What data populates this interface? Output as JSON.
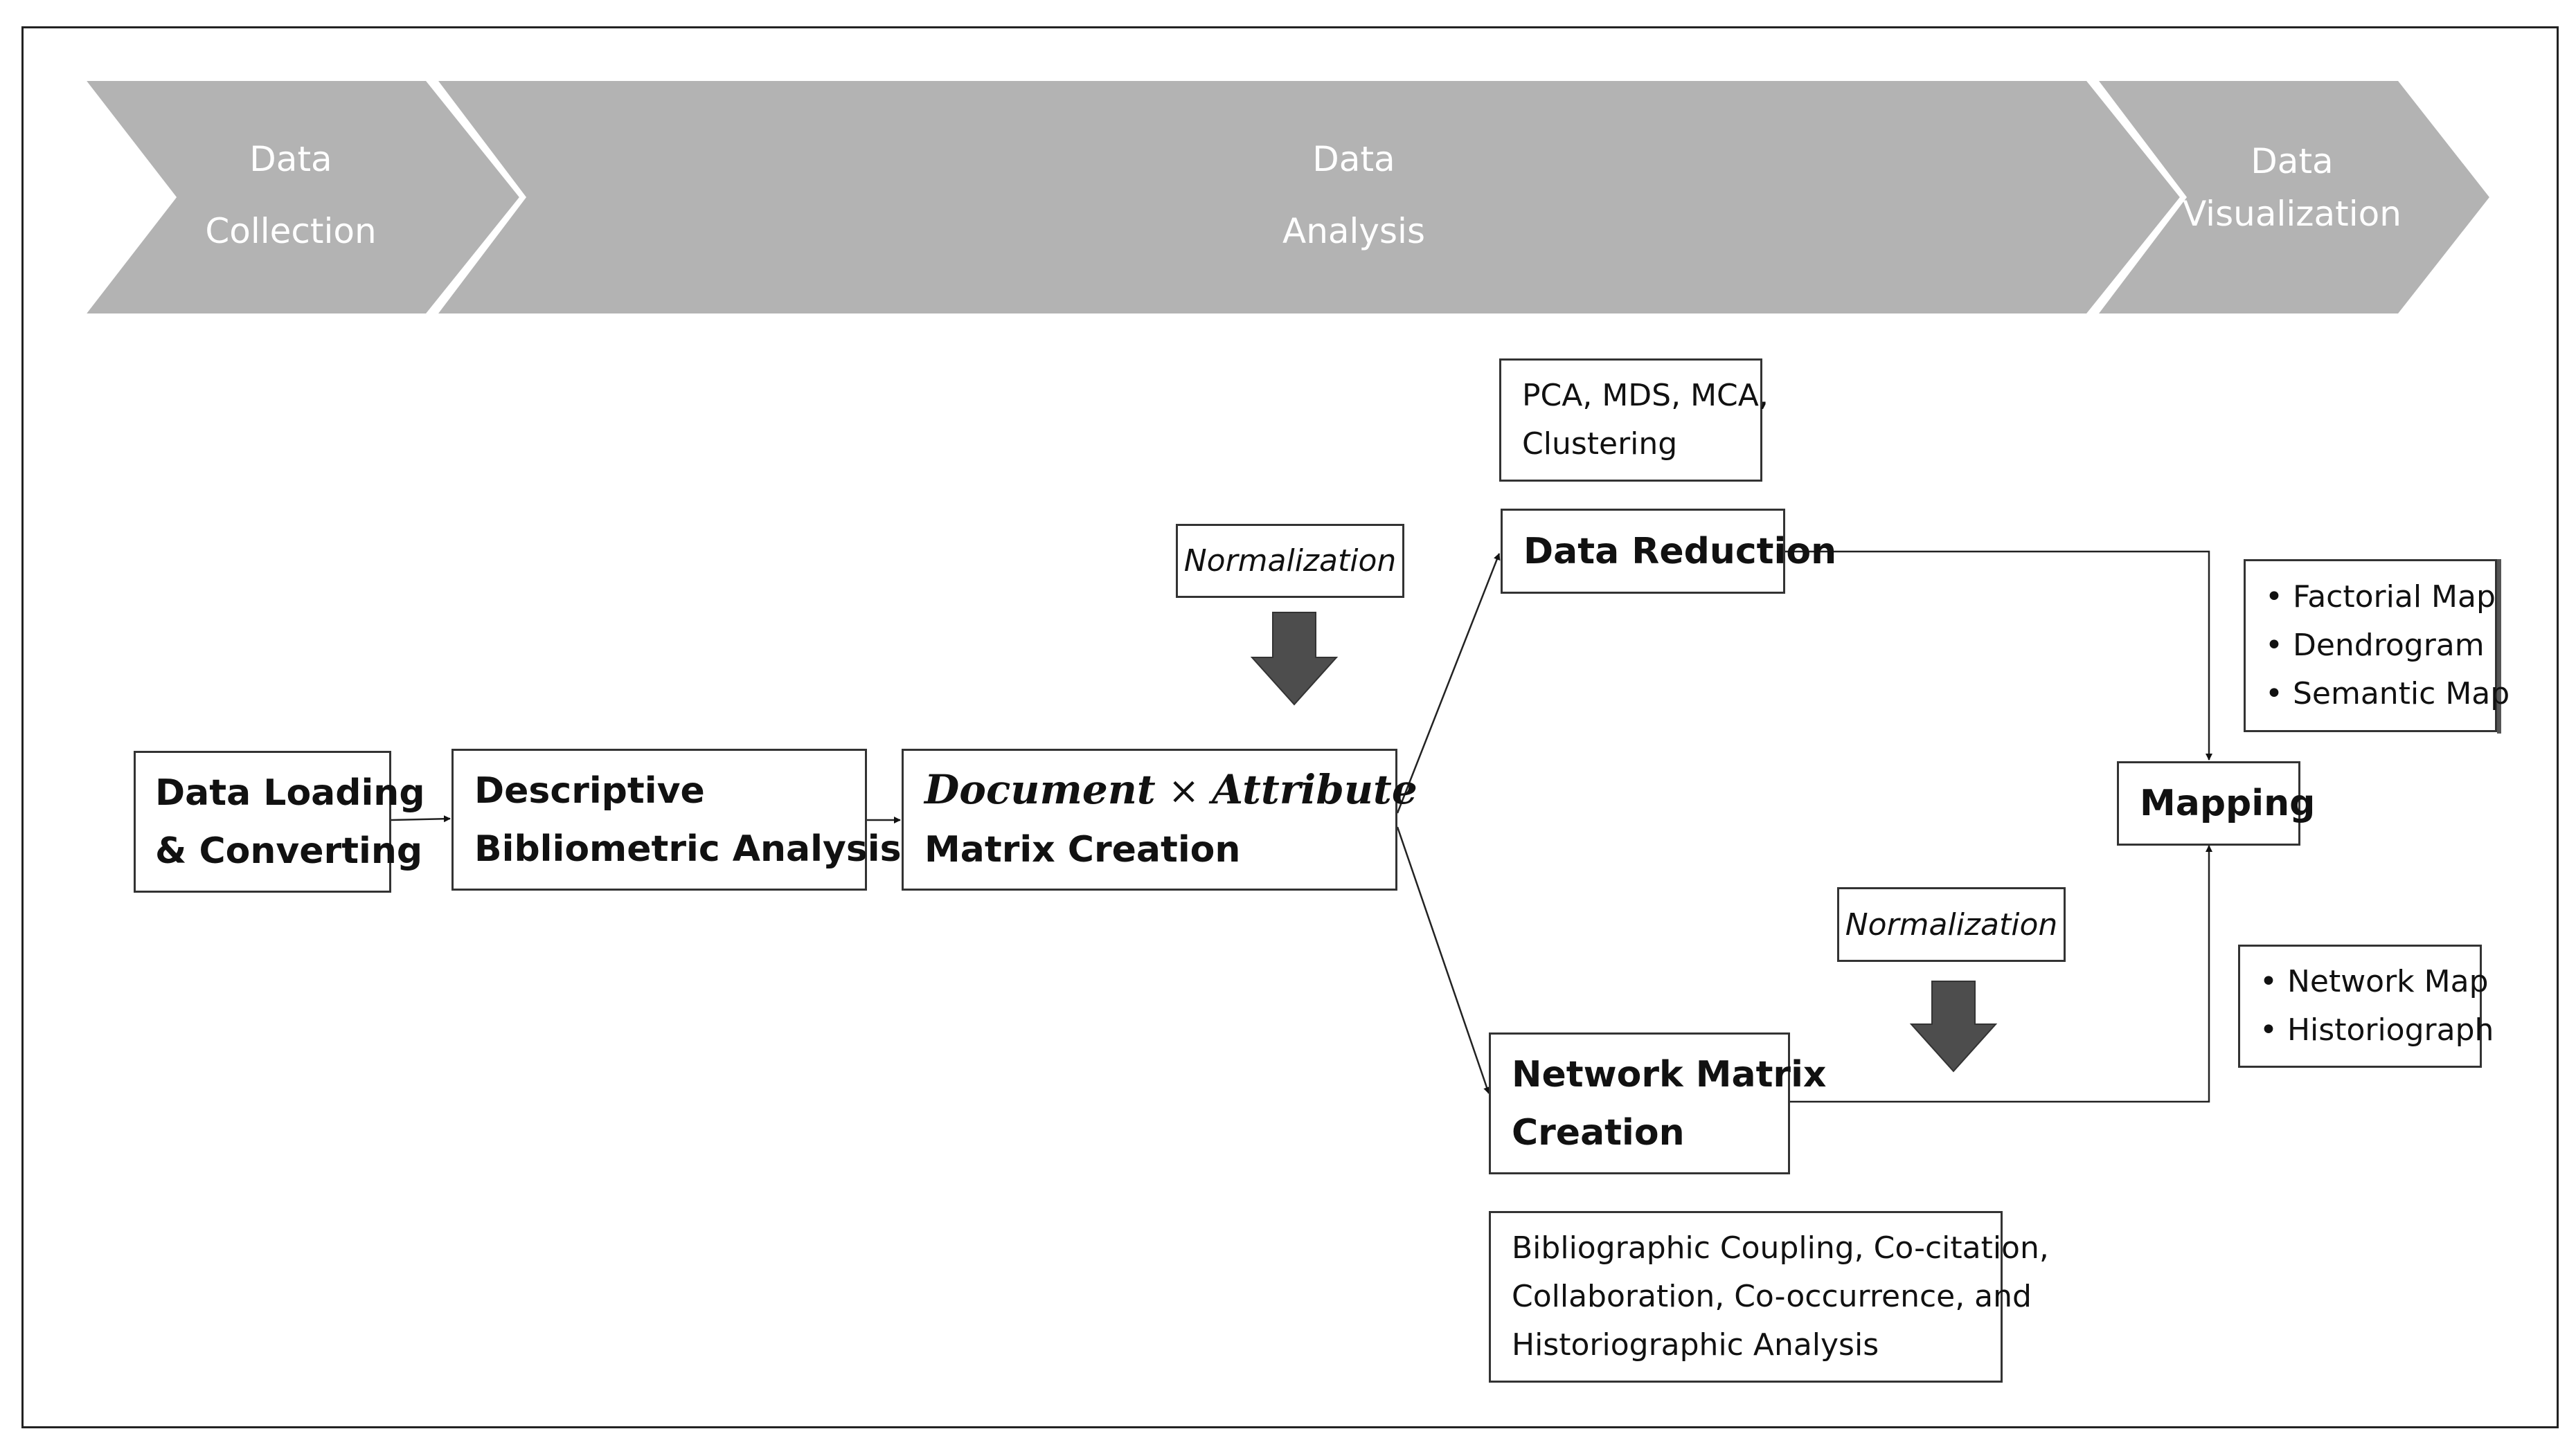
{
  "phases": [
    {
      "line1": "Data",
      "line2": "Collection"
    },
    {
      "line1": "Data",
      "line2": "Analysis"
    },
    {
      "line1": "Data",
      "line2": "Visualization"
    }
  ],
  "colors": {
    "banner": "#b3b3b3",
    "box_border": "#333333",
    "arrow_fill": "#4d4d4d"
  },
  "boxes": {
    "data_loading": {
      "line1": "Data Loading",
      "line2": "& Converting"
    },
    "descriptive": {
      "line1": "Descriptive",
      "line2": "Bibliometric Analysis"
    },
    "matrix": {
      "document": "Document",
      "times": "×",
      "attribute": "Attribute",
      "line2": "Matrix Creation"
    },
    "data_reduction": {
      "label": "Data Reduction"
    },
    "network_matrix": {
      "line1": "Network Matrix",
      "line2": "Creation"
    },
    "mapping": {
      "label": "Mapping"
    }
  },
  "notes": {
    "pca": {
      "line1": "PCA, MDS, MCA,",
      "line2": "Clustering"
    },
    "normalization_top": "Normalization",
    "normalization_bottom": "Normalization",
    "reduction_outputs": [
      "Factorial Map",
      "Dendrogram",
      "Semantic Map"
    ],
    "network_outputs": [
      "Network Map",
      "Historiograph"
    ],
    "network_methods": {
      "line1": "Bibliographic Coupling, Co-citation,",
      "line2": "Collaboration, Co-occurrence, and",
      "line3": "Historiographic Analysis"
    }
  }
}
